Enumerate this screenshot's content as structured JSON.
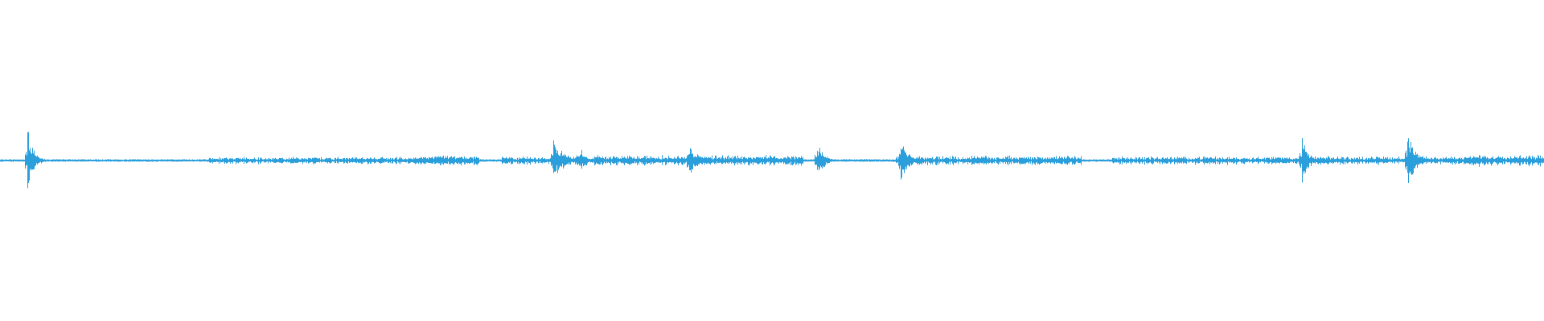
{
  "waveform": {
    "color": "#2a9fdc",
    "baseline_amplitude": 0.004,
    "noise_amplitude": 0.012,
    "events": [
      {
        "position": 0.0175,
        "amplitude": 0.11,
        "decay": 0.012
      },
      {
        "position": 0.358,
        "amplitude": 0.075,
        "decay": 0.02
      },
      {
        "position": 0.376,
        "amplitude": 0.05,
        "decay": 0.008
      },
      {
        "position": 0.404,
        "amplitude": 0.03,
        "decay": 0.006
      },
      {
        "position": 0.446,
        "amplitude": 0.07,
        "decay": 0.014
      },
      {
        "position": 0.529,
        "amplitude": 0.06,
        "decay": 0.014
      },
      {
        "position": 0.583,
        "amplitude": 0.075,
        "decay": 0.016
      },
      {
        "position": 0.843,
        "amplitude": 0.08,
        "decay": 0.012
      },
      {
        "position": 0.911,
        "amplitude": 0.1,
        "decay": 0.016
      }
    ],
    "noise_regions": [
      {
        "start": 0.135,
        "end": 0.29,
        "amplitude": 0.012
      },
      {
        "start": 0.27,
        "end": 0.31,
        "amplitude": 0.016
      },
      {
        "start": 0.325,
        "end": 0.36,
        "amplitude": 0.014
      },
      {
        "start": 0.36,
        "end": 0.52,
        "amplitude": 0.018
      },
      {
        "start": 0.58,
        "end": 0.7,
        "amplitude": 0.016
      },
      {
        "start": 0.72,
        "end": 0.96,
        "amplitude": 0.014
      },
      {
        "start": 0.95,
        "end": 1.0,
        "amplitude": 0.02
      }
    ]
  }
}
